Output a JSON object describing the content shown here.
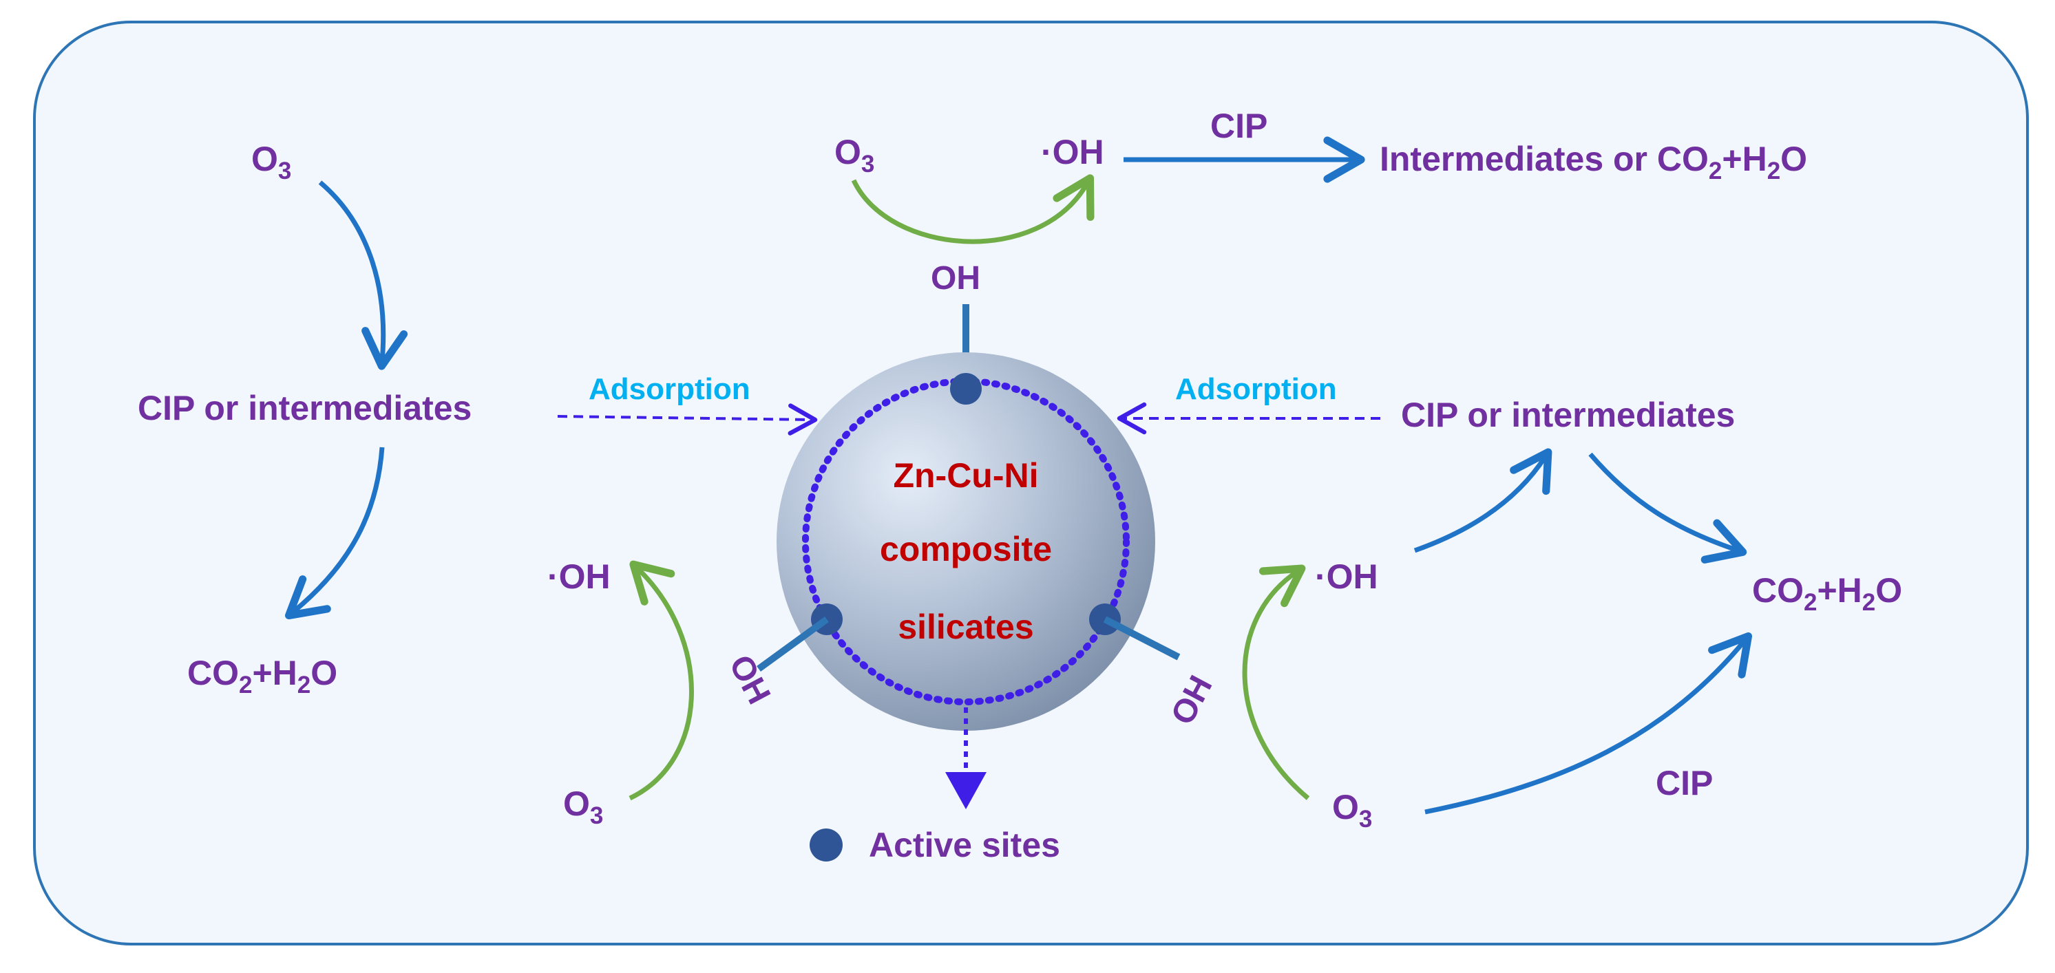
{
  "colors": {
    "frame": "#2e75b6",
    "frame_fill": "#f2f7fd",
    "blue_arrow": "#1f74c8",
    "green_arrow": "#70ad47",
    "adsorption_arrow": "#3f1fe8",
    "label_purple": "#7030a0",
    "adsorption_text": "#00b0f0",
    "core_text": "#c00000",
    "site_dot": "#2f5597"
  },
  "left": {
    "o3": {
      "main": "O",
      "sub": "3"
    },
    "cip_or_intermediates": "CIP or intermediates",
    "product": {
      "a": "CO",
      "b": "2",
      "c": "+H",
      "d": "2",
      "e": "O"
    },
    "adsorption": "Adsorption"
  },
  "top": {
    "o3": {
      "main": "O",
      "sub": "3"
    },
    "oh_radical": "·OH",
    "cip": "CIP",
    "product": {
      "a": "Intermediates or CO",
      "b": "2",
      "c": "+H",
      "d": "2",
      "e": "O"
    },
    "oh_group": "OH"
  },
  "right": {
    "cip_or_intermediates": "CIP or intermediates",
    "adsorption": "Adsorption",
    "oh_radical": "·OH",
    "product": {
      "a": "CO",
      "b": "2",
      "c": "+H",
      "d": "2",
      "e": "O"
    },
    "o3": {
      "main": "O",
      "sub": "3"
    },
    "cip": "CIP",
    "oh_group": "OH"
  },
  "bottom_left": {
    "oh_radical": "·OH",
    "o3": {
      "main": "O",
      "sub": "3"
    },
    "oh_group": "OH"
  },
  "core": {
    "line1": "Zn-Cu-Ni",
    "line2": "composite",
    "line3": "silicates"
  },
  "legend": {
    "label": "Active sites"
  }
}
